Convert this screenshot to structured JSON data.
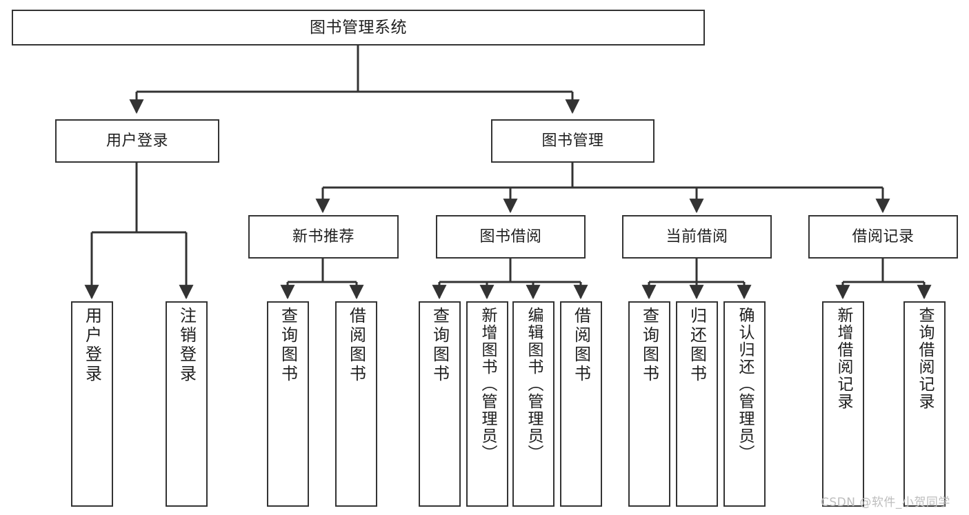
{
  "diagram": {
    "type": "tree-hierarchy",
    "title": "图书管理系统",
    "background": "#ffffff",
    "line_color": "#333333",
    "box_border_color": "#333333",
    "levels": 4,
    "root": {
      "label": "图书管理系统"
    },
    "level2": [
      {
        "label": "用户登录"
      },
      {
        "label": "图书管理"
      }
    ],
    "level3": [
      {
        "label": "新书推荐"
      },
      {
        "label": "图书借阅"
      },
      {
        "label": "当前借阅"
      },
      {
        "label": "借阅记录"
      }
    ],
    "leaves": {
      "user_login": [
        {
          "label": "用户登录"
        },
        {
          "label": "注销登录"
        }
      ],
      "new_book_recommend": [
        {
          "label": "查询图书"
        },
        {
          "label": "借阅图书"
        }
      ],
      "book_borrow": [
        {
          "label": "查询图书"
        },
        {
          "label": "新增图书（管理员）"
        },
        {
          "label": "编辑图书（管理员）"
        },
        {
          "label": "借阅图书"
        }
      ],
      "current_borrow": [
        {
          "label": "查询图书"
        },
        {
          "label": "归还图书"
        },
        {
          "label": "确认归还（管理员）"
        }
      ],
      "borrow_record": [
        {
          "label": "新增借阅记录"
        },
        {
          "label": "查询借阅记录"
        }
      ]
    }
  },
  "watermark": {
    "text": "CSDN @软件_小贺同学",
    "color": "#bdbdbd"
  }
}
